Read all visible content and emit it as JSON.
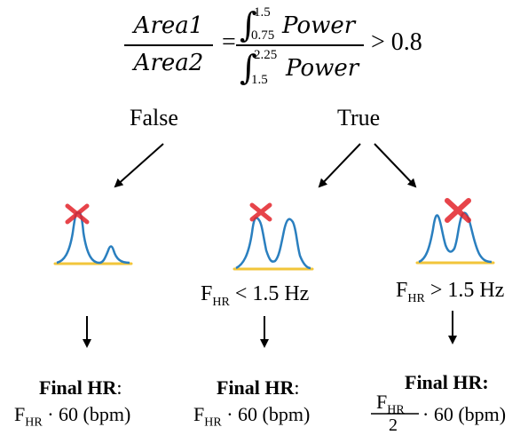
{
  "formula": {
    "lhs_num": "Area1",
    "lhs_den": "Area2",
    "equals": "=",
    "int_sign": "∫",
    "num_upper": "1.5",
    "num_lower": "0.75",
    "num_integrand": "Power",
    "den_upper": "2.25",
    "den_lower": "1.5",
    "den_integrand": "Power",
    "comparison": "> 0.8"
  },
  "branches": {
    "false_label": "False",
    "true_label": "True"
  },
  "cases": [
    {
      "condition_main": "",
      "final_title": "Final HR",
      "final_colon": ":",
      "formula_var": "F",
      "formula_sub": "HR",
      "formula_rest": " · 60 (bpm)"
    },
    {
      "condition_f": "F",
      "condition_sub": "HR",
      "condition_rest": " < 1.5 Hz",
      "final_title": "Final HR",
      "final_colon": ":",
      "formula_var": "F",
      "formula_sub": "HR",
      "formula_rest": " · 60 (bpm)"
    },
    {
      "condition_f": "F",
      "condition_sub": "HR",
      "condition_rest": " > 1.5 Hz",
      "final_title": "Final HR:",
      "formula_var": "F",
      "formula_sub": "HR",
      "formula_den": "2",
      "formula_rest": "· 60 (bpm)"
    }
  ],
  "colors": {
    "curve": "#2a7fbf",
    "baseline": "#f2c53a",
    "cross": "#e3242b"
  }
}
